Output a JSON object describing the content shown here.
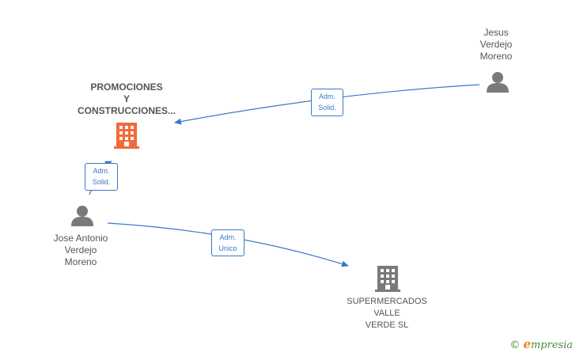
{
  "colors": {
    "edge": "#3a78c9",
    "person": "#7a7a7a",
    "company_main": "#f26a3b",
    "company_other": "#7a7a7a"
  },
  "nodes": {
    "company_main": {
      "lines": [
        "PROMOCIONES",
        "Y",
        "CONSTRUCCIONES..."
      ],
      "icon": "building-icon"
    },
    "person_jesus": {
      "lines": [
        "Jesus",
        "Verdejo",
        "Moreno"
      ],
      "icon": "person-icon"
    },
    "person_jose": {
      "lines": [
        "Jose Antonio",
        "Verdejo",
        "Moreno"
      ],
      "icon": "person-icon"
    },
    "company_super": {
      "lines": [
        "SUPERMERCADOS",
        "VALLE",
        "VERDE SL"
      ],
      "icon": "building-icon"
    }
  },
  "edges": [
    {
      "label_lines": [
        "Adm.",
        "Solid."
      ]
    },
    {
      "label_lines": [
        "Adm.",
        "Solid."
      ]
    },
    {
      "label_lines": [
        "Adm.",
        "Unico"
      ]
    }
  ],
  "footer": {
    "copyright": "©",
    "brand_initial": "e",
    "brand_rest": "mpresia"
  }
}
